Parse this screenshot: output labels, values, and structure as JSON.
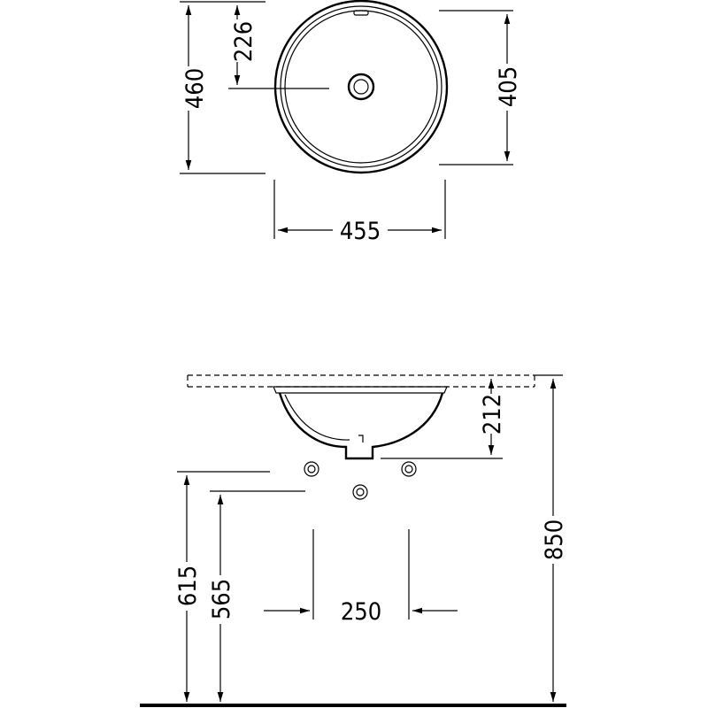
{
  "top_view": {
    "dim_height_total": "460",
    "dim_drain_offset": "226",
    "dim_inner_diameter": "405",
    "dim_outer_width": "455"
  },
  "side_view": {
    "dim_basin_depth": "212",
    "dim_floor_height": "850",
    "dim_tap_height_a": "615",
    "dim_tap_height_b": "565",
    "dim_tap_spacing": "250"
  }
}
